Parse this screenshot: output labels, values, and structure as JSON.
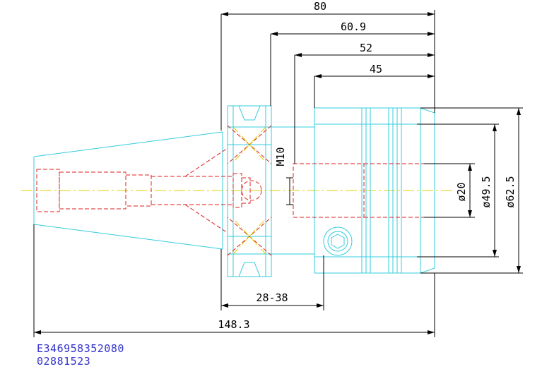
{
  "dimensions": {
    "overall_80": "80",
    "width_60_9": "60.9",
    "width_52": "52",
    "width_45": "45",
    "thread": "M10",
    "dia_20": "ø20",
    "dia_49_5": "ø49.5",
    "dia_62_5": "ø62.5",
    "range_28_38": "28-38",
    "total_148_3": "148.3"
  },
  "codes": {
    "line1": "E346958352080",
    "line2": "02881523"
  },
  "colors": {
    "outline": "#33ccdd",
    "hidden": "#dd2222",
    "centerline": "#e6d000",
    "dimension": "#000000",
    "code_text": "#3333cc"
  }
}
